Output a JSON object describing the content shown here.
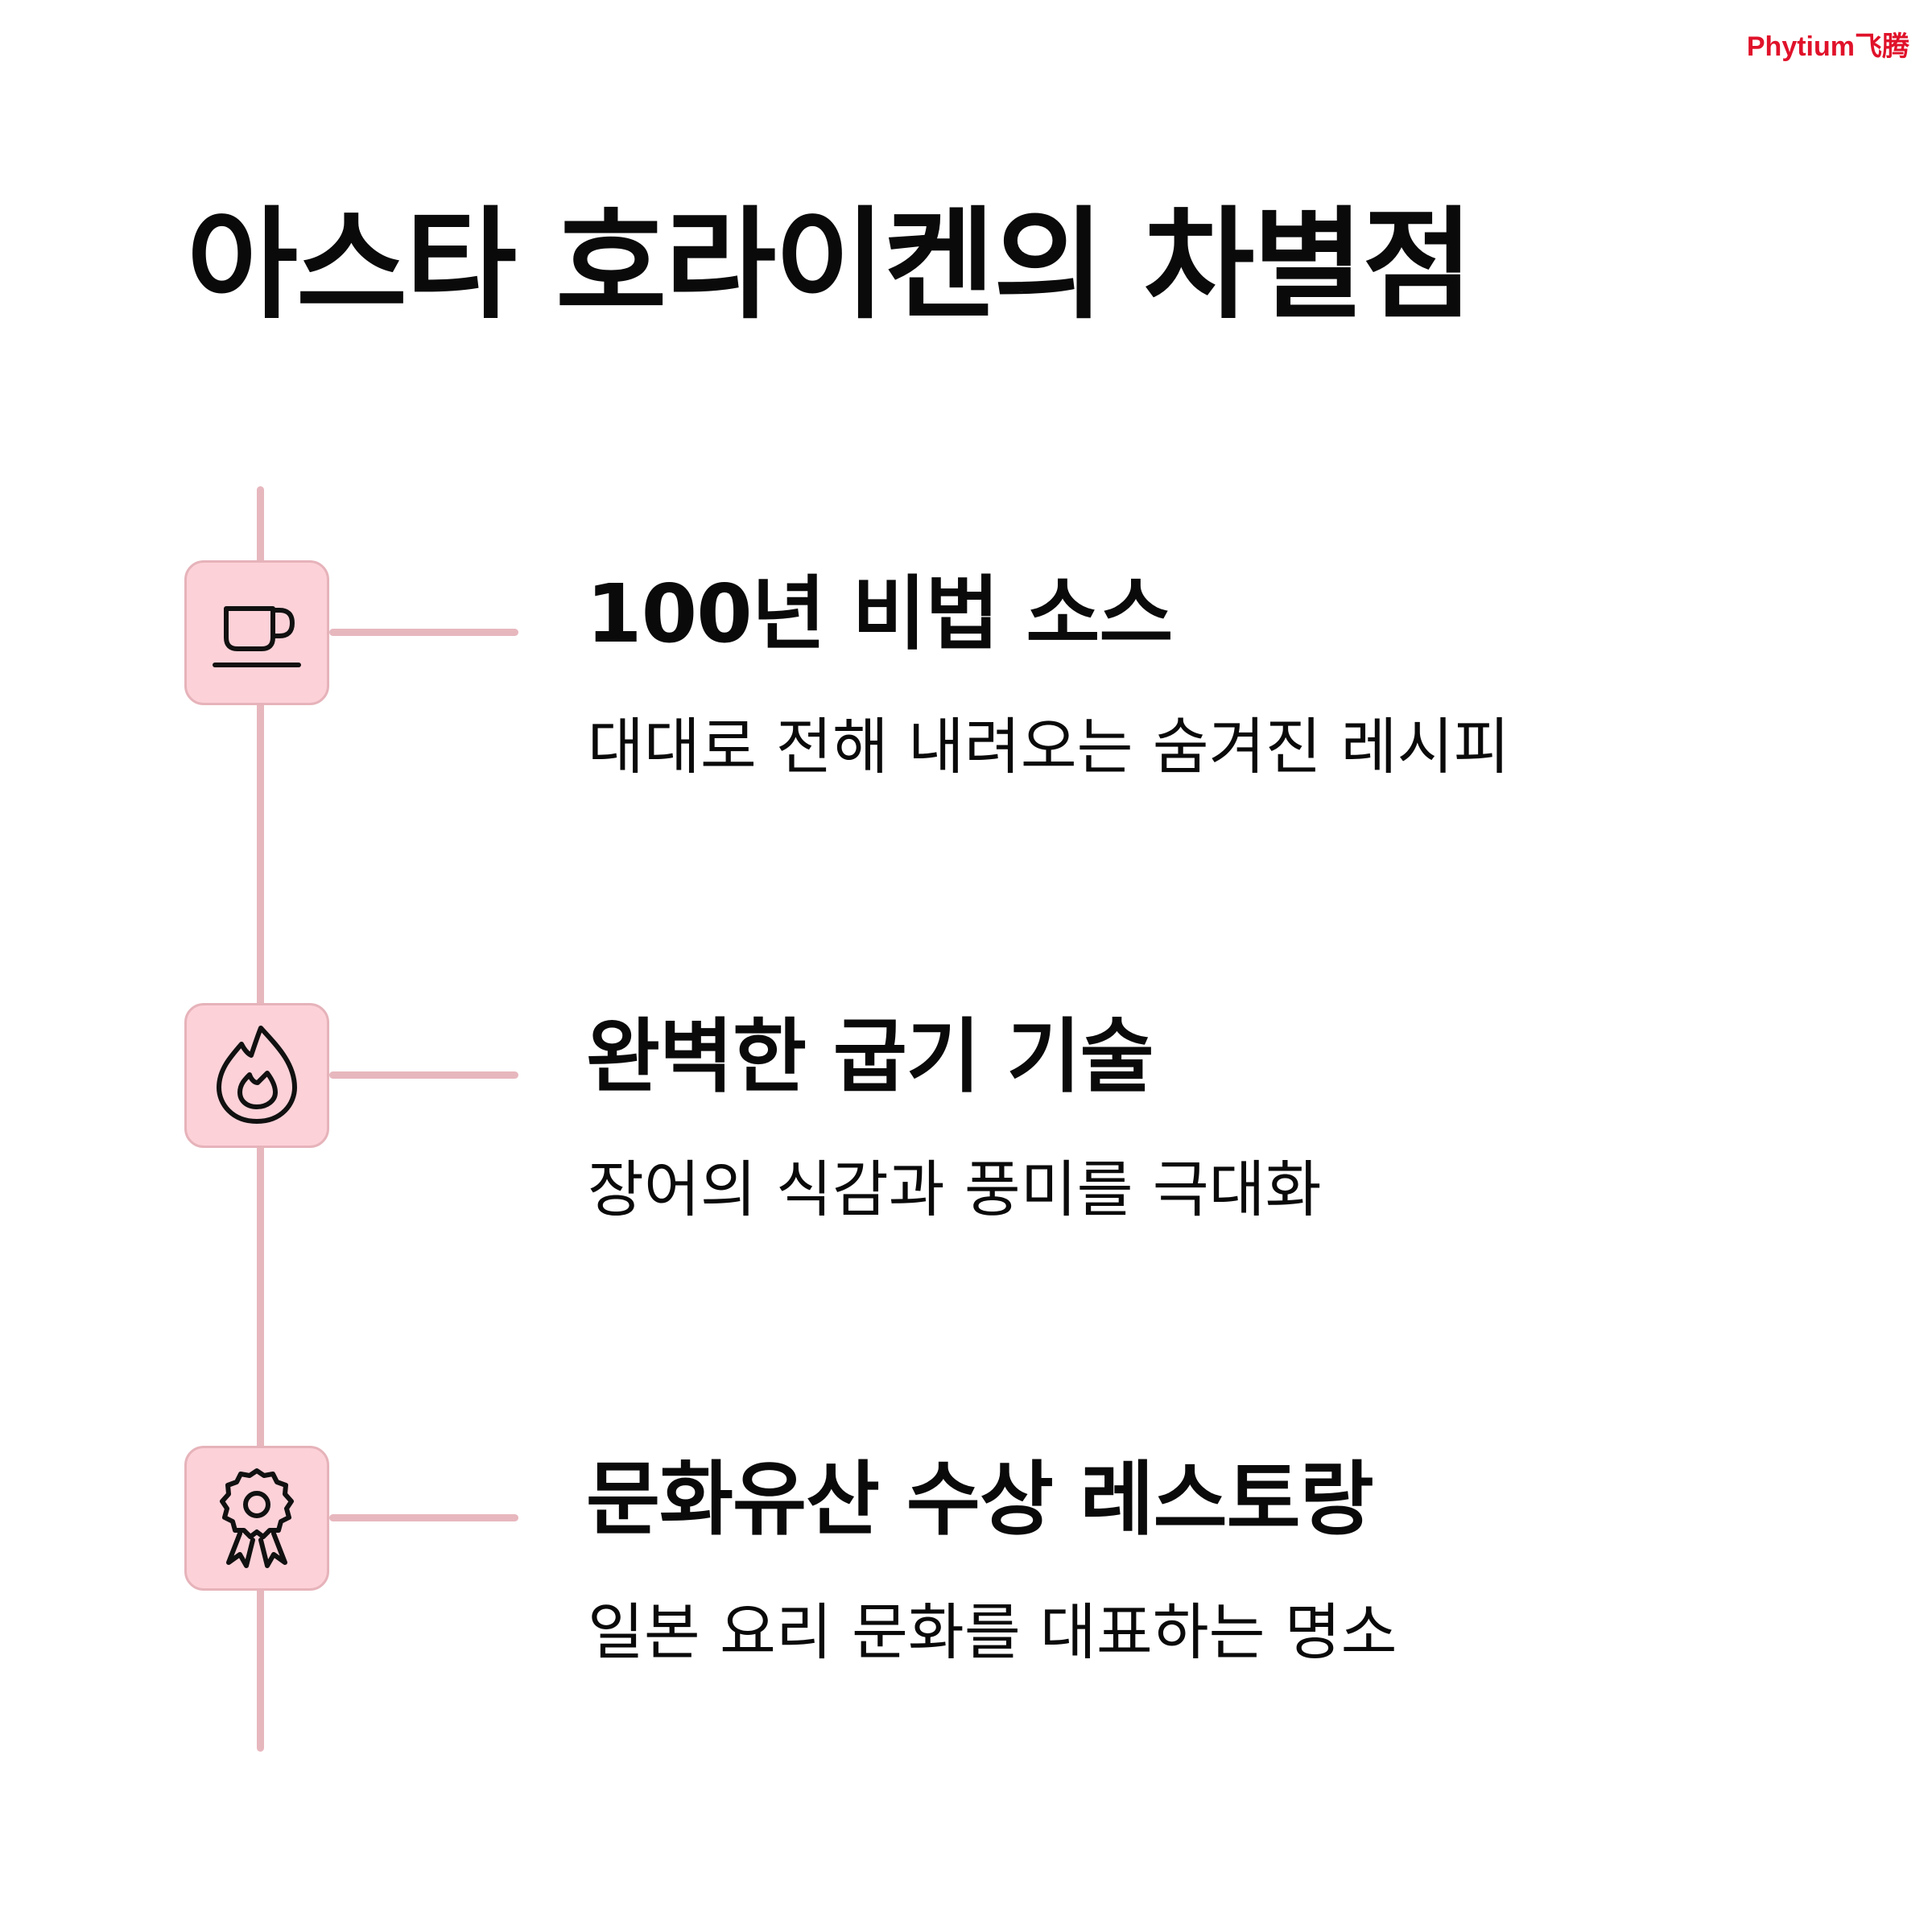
{
  "brand": {
    "logo_text": "Phytium飞腾",
    "color": "#e0122a"
  },
  "page": {
    "title": "아스타 호라이켄의 차별점"
  },
  "colors": {
    "accent_line": "#e7b7be",
    "icon_bg": "#fdd1d8",
    "icon_border": "#e6b3ba",
    "text": "#0a0a0a"
  },
  "features": [
    {
      "icon": "coffee-cup-icon",
      "title": "100년 비법 소스",
      "description": "대대로 전해 내려오는 숨겨진 레시피"
    },
    {
      "icon": "flame-icon",
      "title": "완벽한 굽기 기술",
      "description": "장어의 식감과 풍미를 극대화"
    },
    {
      "icon": "award-badge-icon",
      "title": "문화유산 수상 레스토랑",
      "description": "일본 요리 문화를 대표하는 명소"
    }
  ]
}
